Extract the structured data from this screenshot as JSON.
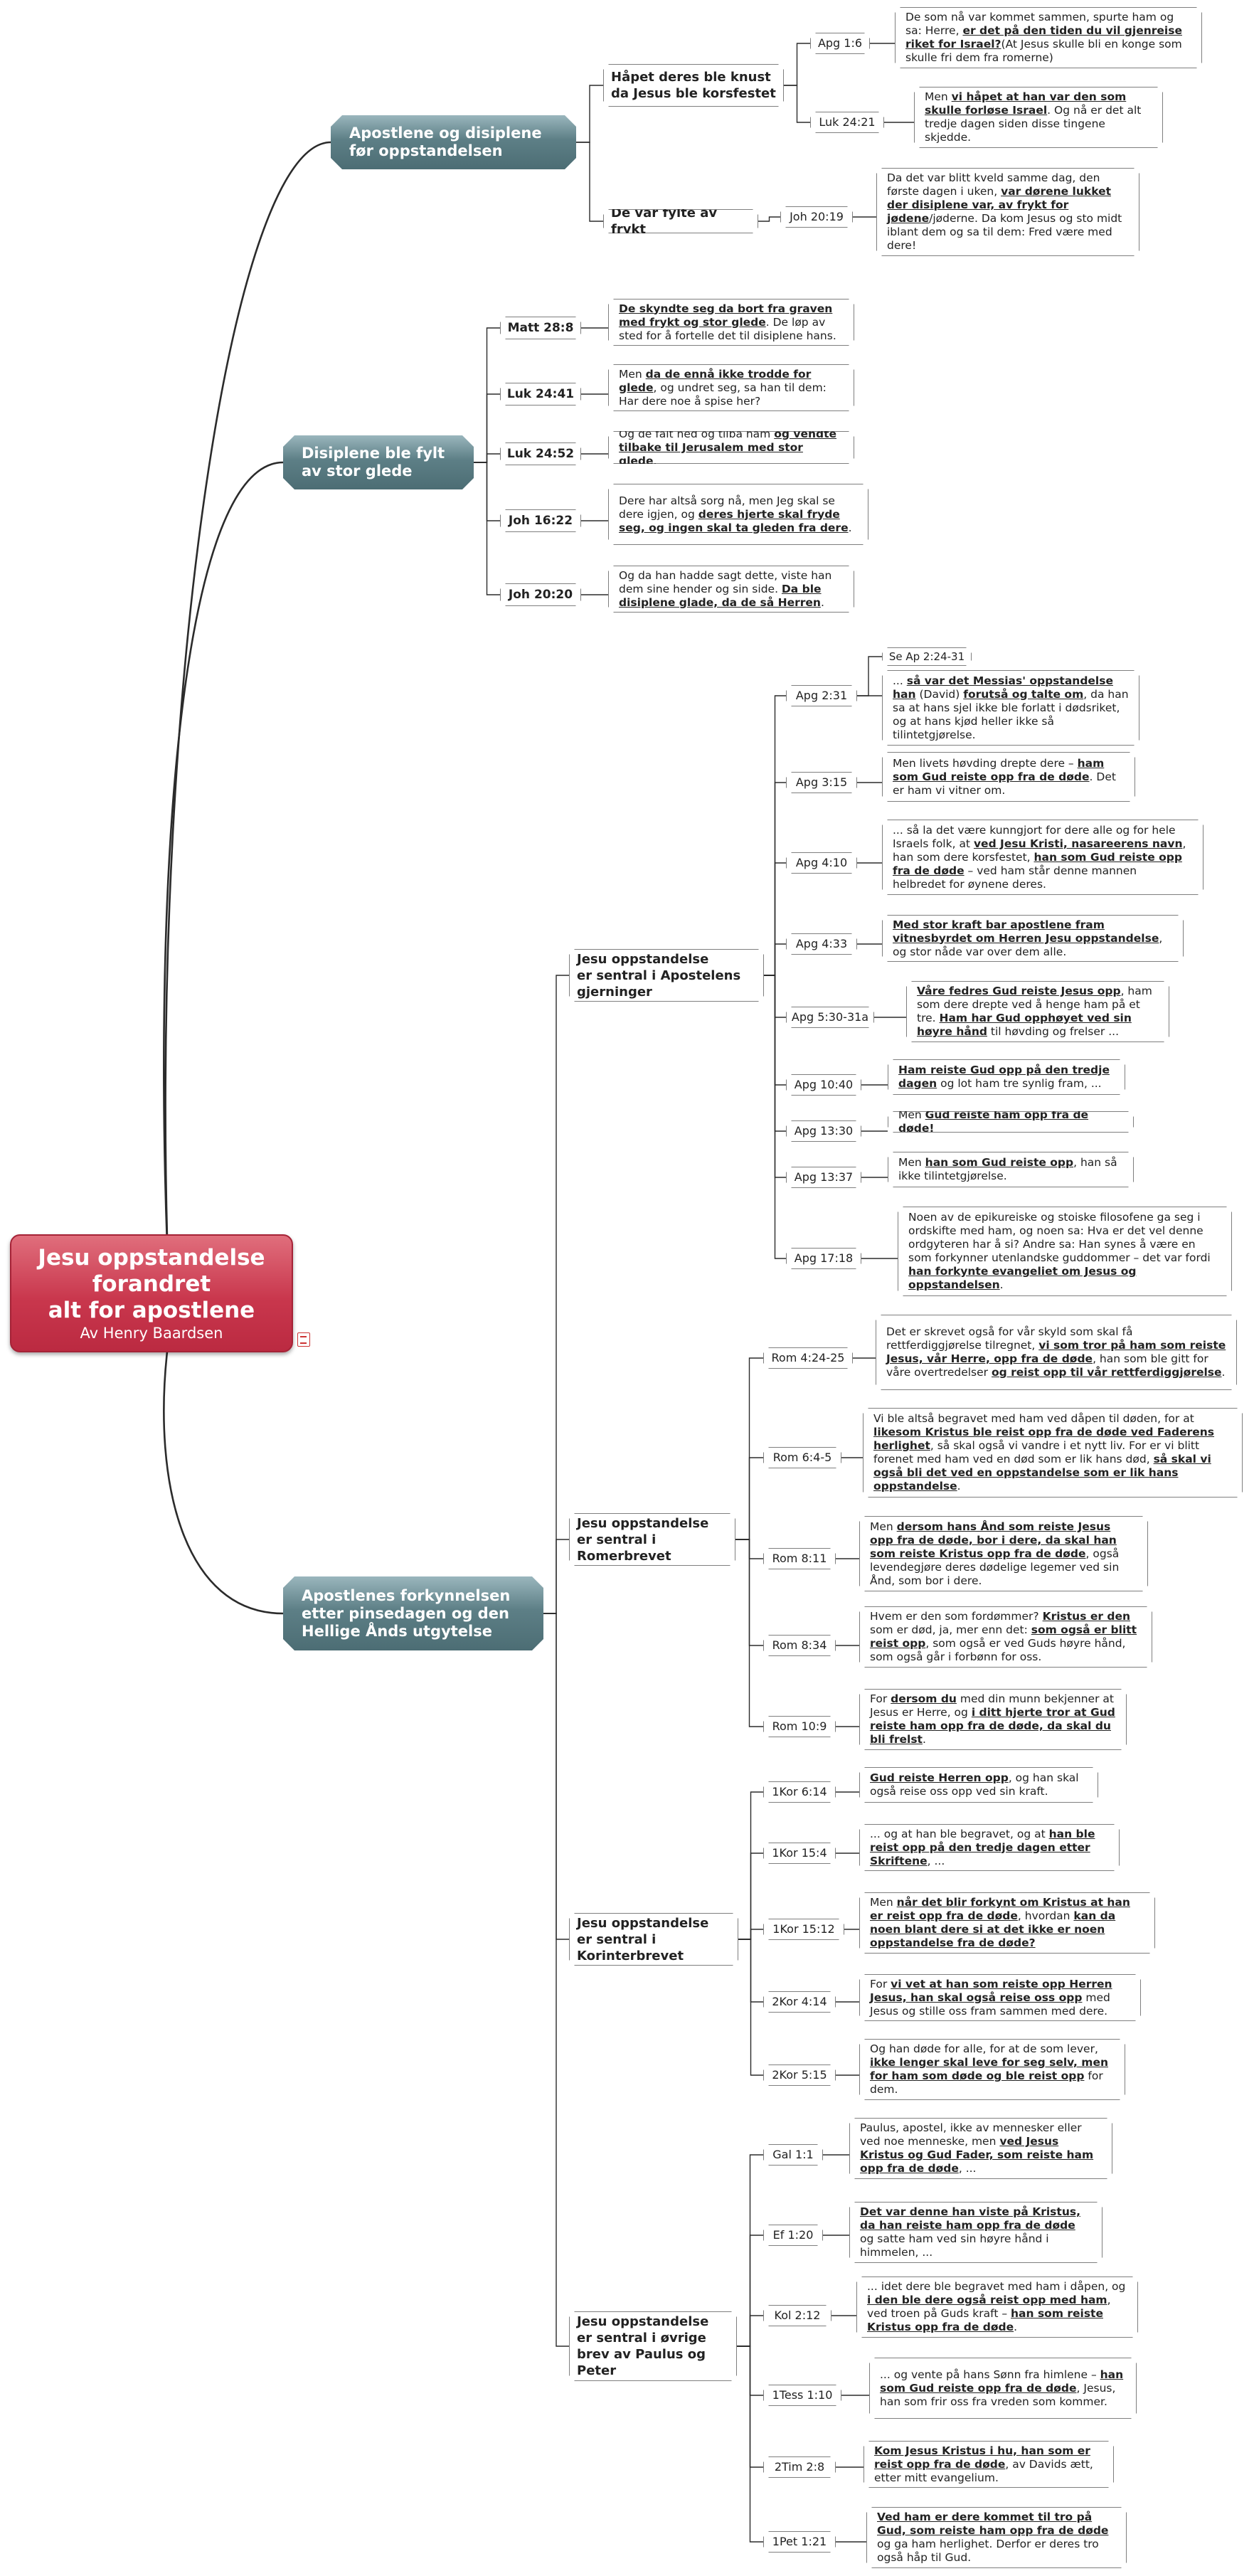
{
  "central": {
    "title": "Jesu oppstandelse\nforandret\nalt for apostlene",
    "subtitle": "Av Henry Baardsen"
  },
  "mains": [
    {
      "label": "Apostlene og disiplene\nfør oppstandelsen"
    },
    {
      "label": "Disiplene ble fylt\nav stor glede"
    },
    {
      "label": "Apostlenes forkynnelsen\netter pinsedagen og den\nHellige Ånds utgytelse"
    }
  ],
  "subs": [
    {
      "label": "Håpet deres ble knust\nda Jesus ble korsfestet"
    },
    {
      "label": "De var fylte av frykt"
    },
    {
      "label": "Jesu oppstandelse\ner sentral i Apostelens\ngjerninger"
    },
    {
      "label": "Jesu oppstandelse\ner sentral i\nRomerbrevet"
    },
    {
      "label": "Jesu oppstandelse\ner sentral i\nKorinterbrevet"
    },
    {
      "label": "Jesu oppstandelse\ner sentral i øvrige\nbrev av Paulus og\nPeter"
    }
  ],
  "labels": [
    "Apg 1:6",
    "Luk 24:21",
    "Joh 20:19",
    "Matt 28:8",
    "Luk 24:41",
    "Luk 24:52",
    "Joh 16:22",
    "Joh 20:20",
    "Apg 2:31",
    "Apg 3:15",
    "Apg 4:10",
    "Apg 4:33",
    "Apg 5:30-31a",
    "Apg 10:40",
    "Apg 13:30",
    "Apg 13:37",
    "Apg 17:18",
    "Rom 4:24-25",
    "Rom 6:4-5",
    "Rom 8:11",
    "Rom 8:34",
    "Rom 10:9",
    "1Kor 6:14",
    "1Kor 15:4",
    "1Kor 15:12",
    "2Kor 4:14",
    "2Kor 5:15",
    "Gal 1:1",
    "Ef 1:20",
    "Kol 2:12",
    "1Tess 1:10",
    "2Tim 2:8",
    "1Pet 1:21"
  ],
  "see_ref": "Se Ap 2:24-31",
  "texts": [
    [
      [
        "n",
        "De som nå var kommet sammen, spurte ham og sa: Herre, "
      ],
      [
        "b",
        "er det på den tiden du vil gjenreise riket for Israel?"
      ],
      [
        "n",
        "(At Jesus skulle bli en konge som skulle fri dem fra romerne)"
      ]
    ],
    [
      [
        "n",
        "Men "
      ],
      [
        "b",
        "vi håpet at han var den som skulle forløse Israel"
      ],
      [
        "n",
        ". Og nå er det alt tredje dagen siden disse tingene skjedde."
      ]
    ],
    [
      [
        "n",
        "Da det var blitt kveld samme dag, den første dagen i uken, "
      ],
      [
        "b",
        "var dørene lukket der disiplene var, av frykt for jødene"
      ],
      [
        "n",
        "/jøderne. Da kom Jesus og sto midt iblant dem og sa til dem: Fred være med dere!"
      ]
    ],
    [
      [
        "b",
        "De skyndte seg da bort fra graven med frykt og stor glede"
      ],
      [
        "n",
        ". De løp av sted for å fortelle det til disiplene hans."
      ]
    ],
    [
      [
        "n",
        "Men "
      ],
      [
        "b",
        "da de ennå ikke trodde for glede"
      ],
      [
        "n",
        ", og undret seg, sa han til dem: Har dere noe å spise her?"
      ]
    ],
    [
      [
        "n",
        "Og de falt ned og tilba ham "
      ],
      [
        "b",
        "og vendte tilbake til Jerusalem med stor glede"
      ],
      [
        "n",
        "."
      ]
    ],
    [
      [
        "n",
        "Dere har altså sorg nå, men Jeg skal se dere igjen, og "
      ],
      [
        "b",
        "deres hjerte skal fryde seg, og ingen skal ta gleden fra dere"
      ],
      [
        "n",
        "."
      ]
    ],
    [
      [
        "n",
        "Og da han hadde sagt dette, viste han dem sine hender og sin side. "
      ],
      [
        "b",
        "Da ble disiplene glade, da de så Herren"
      ],
      [
        "n",
        "."
      ]
    ],
    [
      [
        "n",
        "... "
      ],
      [
        "b",
        "så var det Messias' oppstandelse han"
      ],
      [
        "n",
        " (David) "
      ],
      [
        "b",
        "forutså og talte om"
      ],
      [
        "n",
        ", da han sa at hans sjel ikke ble forlatt i dødsriket, og at hans kjød heller ikke så tilintetgjørelse."
      ]
    ],
    [
      [
        "n",
        "Men livets høvding drepte dere – "
      ],
      [
        "b",
        "ham som Gud reiste opp fra de døde"
      ],
      [
        "n",
        ". Det er ham vi vitner om."
      ]
    ],
    [
      [
        "n",
        "... så la det være kunngjort for dere alle og for hele Israels folk, at "
      ],
      [
        "b",
        "ved Jesu Kristi, nasareerens navn"
      ],
      [
        "n",
        ", han som dere korsfestet, "
      ],
      [
        "b",
        "han som Gud reiste opp fra de døde"
      ],
      [
        "n",
        " – ved ham står denne mannen helbredet for øynene deres."
      ]
    ],
    [
      [
        "b",
        "Med stor kraft bar apostlene fram vitnesbyrdet om Herren Jesu oppstandelse"
      ],
      [
        "n",
        ", og stor nåde var over dem alle."
      ]
    ],
    [
      [
        "b",
        "Våre fedres Gud reiste Jesus opp"
      ],
      [
        "n",
        ", ham som dere drepte ved å henge ham på et tre. "
      ],
      [
        "b",
        "Ham har Gud opphøyet ved sin høyre hånd"
      ],
      [
        "n",
        " til høvding og frelser ..."
      ]
    ],
    [
      [
        "b",
        "Ham reiste Gud opp på den tredje dagen"
      ],
      [
        "n",
        " og lot ham tre synlig fram, ..."
      ]
    ],
    [
      [
        "n",
        "Men "
      ],
      [
        "b",
        "Gud reiste ham opp fra de døde!"
      ]
    ],
    [
      [
        "n",
        "Men "
      ],
      [
        "b",
        "han som Gud reiste opp"
      ],
      [
        "n",
        ", han så ikke tilintetgjørelse."
      ]
    ],
    [
      [
        "n",
        "Noen av de epikureiske og stoiske filosofene ga seg i ordskifte med ham, og noen sa: Hva er det vel denne ordgyteren har å si? Andre sa: Han synes å være en som forkynner utenlandske guddommer – det var fordi "
      ],
      [
        "b",
        "han forkynte evangeliet om Jesus og oppstandelsen"
      ],
      [
        "n",
        "."
      ]
    ],
    [
      [
        "n",
        "Det er skrevet også for vår skyld som skal få rettferdiggjørelse tilregnet, "
      ],
      [
        "b",
        "vi som tror på ham som reiste Jesus, vår Herre, opp fra de døde"
      ],
      [
        "n",
        ", han som ble gitt for våre overtredelser "
      ],
      [
        "b",
        "og reist opp til vår rettferdiggjørelse"
      ],
      [
        "n",
        "."
      ]
    ],
    [
      [
        "n",
        "Vi ble altså begravet med ham ved dåpen til døden, for at "
      ],
      [
        "b",
        "likesom Kristus ble reist opp fra de døde ved Faderens herlighet"
      ],
      [
        "n",
        ", så skal også vi vandre i et nytt liv. For er vi blitt forenet med ham ved en død som er lik hans død, "
      ],
      [
        "b",
        "så skal vi også bli det ved en oppstandelse som er lik hans oppstandelse"
      ],
      [
        "n",
        "."
      ]
    ],
    [
      [
        "n",
        "Men "
      ],
      [
        "b",
        "dersom hans Ånd som reiste Jesus opp fra de døde, bor i dere, da skal han som reiste Kristus opp fra de døde"
      ],
      [
        "n",
        ", også levendegjøre deres dødelige legemer ved sin Ånd, som bor i dere."
      ]
    ],
    [
      [
        "n",
        "Hvem er den som fordømmer? "
      ],
      [
        "b",
        "Kristus er den"
      ],
      [
        "n",
        " som er død, ja, mer enn det: "
      ],
      [
        "b",
        "som også er blitt reist opp"
      ],
      [
        "n",
        ", som også er ved Guds høyre hånd, som også går i forbønn for oss."
      ]
    ],
    [
      [
        "n",
        "For "
      ],
      [
        "b",
        "dersom du"
      ],
      [
        "n",
        " med din munn bekjenner at Jesus er Herre, og "
      ],
      [
        "b",
        "i ditt hjerte tror at Gud reiste ham opp fra de døde, da skal du bli frelst"
      ],
      [
        "n",
        "."
      ]
    ],
    [
      [
        "b",
        "Gud reiste Herren opp"
      ],
      [
        "n",
        ", og han skal også reise oss opp ved sin kraft."
      ]
    ],
    [
      [
        "n",
        "... og at han ble begravet, og at "
      ],
      [
        "b",
        "han ble reist opp på den tredje dagen etter Skriftene"
      ],
      [
        "n",
        ", ..."
      ]
    ],
    [
      [
        "n",
        "Men "
      ],
      [
        "b",
        "når det blir forkynt om Kristus at han er reist opp fra de døde"
      ],
      [
        "n",
        ", hvordan "
      ],
      [
        "b",
        "kan da noen blant dere si at det ikke er noen oppstandelse fra de døde?"
      ]
    ],
    [
      [
        "n",
        "For "
      ],
      [
        "b",
        "vi vet at han som reiste opp Herren Jesus, han skal også reise oss opp"
      ],
      [
        "n",
        " med Jesus og stille oss fram sammen med dere."
      ]
    ],
    [
      [
        "n",
        "Og han døde for alle, for at de som lever, "
      ],
      [
        "b",
        "ikke lenger skal leve for seg selv, men for ham som døde og ble reist opp"
      ],
      [
        "n",
        " for dem."
      ]
    ],
    [
      [
        "n",
        "Paulus, apostel, ikke av mennesker eller ved noe menneske, men "
      ],
      [
        "b",
        "ved Jesus Kristus og Gud Fader, som reiste ham opp fra de døde"
      ],
      [
        "n",
        ", ..."
      ]
    ],
    [
      [
        "b",
        "Det var denne han viste på Kristus, da han reiste ham opp fra de døde"
      ],
      [
        "n",
        " og satte ham ved sin høyre hånd i himmelen, ..."
      ]
    ],
    [
      [
        "n",
        "... idet dere ble begravet med ham i dåpen, og "
      ],
      [
        "b",
        "i den ble dere også reist opp med ham"
      ],
      [
        "n",
        ", ved troen på Guds kraft – "
      ],
      [
        "b",
        "han som reiste Kristus opp fra de døde"
      ],
      [
        "n",
        "."
      ]
    ],
    [
      [
        "n",
        "... og vente på hans Sønn fra himlene – "
      ],
      [
        "b",
        "han som Gud reiste opp fra de døde"
      ],
      [
        "n",
        ", Jesus, han som frir oss fra vreden som kommer."
      ]
    ],
    [
      [
        "b",
        "Kom Jesus Kristus i hu, han som er reist opp fra de døde"
      ],
      [
        "n",
        ", av Davids ætt, etter mitt evangelium."
      ]
    ],
    [
      [
        "b",
        "Ved ham er dere kommet til tro på Gud, som reiste ham opp fra de døde"
      ],
      [
        "n",
        " og ga ham herlighet. Derfor er deres tro også håp til Gud."
      ]
    ]
  ],
  "colors": {
    "central": "#c9374d",
    "main": "#5d7f86",
    "line": "#2b2b2b",
    "box_border": "#7f7f7f"
  }
}
